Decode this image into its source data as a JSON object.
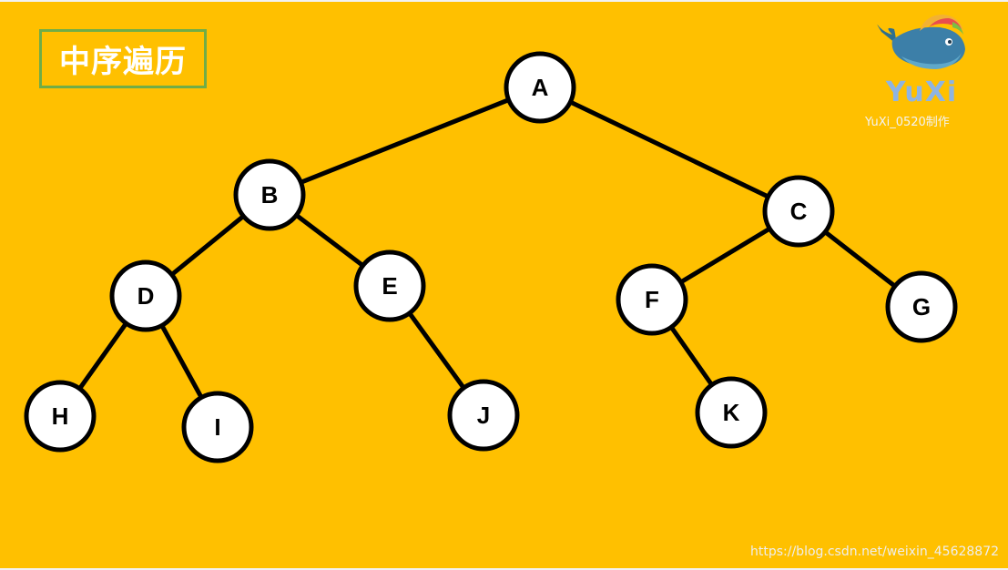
{
  "title": "中序遍历",
  "colors": {
    "background": "#FFC000",
    "title_border": "#70AD47",
    "node_fill": "#FFFFFF",
    "node_stroke": "#000000"
  },
  "tree": {
    "nodes": [
      {
        "id": "A",
        "label": "A"
      },
      {
        "id": "B",
        "label": "B"
      },
      {
        "id": "C",
        "label": "C"
      },
      {
        "id": "D",
        "label": "D"
      },
      {
        "id": "E",
        "label": "E"
      },
      {
        "id": "F",
        "label": "F"
      },
      {
        "id": "G",
        "label": "G"
      },
      {
        "id": "H",
        "label": "H"
      },
      {
        "id": "I",
        "label": "I"
      },
      {
        "id": "J",
        "label": "J"
      },
      {
        "id": "K",
        "label": "K"
      }
    ],
    "edges": [
      [
        "A",
        "B"
      ],
      [
        "A",
        "C"
      ],
      [
        "B",
        "D"
      ],
      [
        "B",
        "E"
      ],
      [
        "C",
        "F"
      ],
      [
        "C",
        "G"
      ],
      [
        "D",
        "H"
      ],
      [
        "D",
        "I"
      ],
      [
        "E",
        "J"
      ],
      [
        "F",
        "K"
      ]
    ]
  },
  "logo": {
    "icon": "whale-icon",
    "text": "YuXi",
    "subtext": "YuXi_0520制作"
  },
  "watermark": "https://blog.csdn.net/weixin_45628872"
}
